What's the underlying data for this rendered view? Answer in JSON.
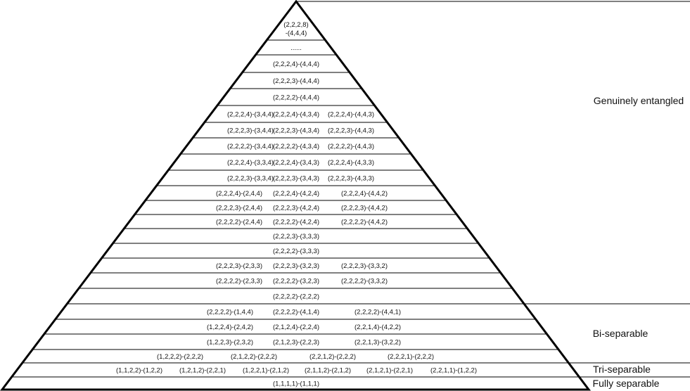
{
  "apex": [
    "(2,2,2,8)",
    "-(4,4,4)"
  ],
  "rows": [
    [
      "......"
    ],
    [
      "(2,2,2,4)-(4,4,4)"
    ],
    [
      "(2,2,2,3)-(4,4,4)"
    ],
    [
      "(2,2,2,2)-(4,4,4)"
    ],
    [
      "(2,2,2,4)-(3,4,4)",
      "(2,2,2,4)-(4,3,4)",
      "(2,2,2,4)-(4,4,3)"
    ],
    [
      "(2,2,2,3)-(3,4,4)",
      "(2,2,2,3)-(4,3,4)",
      "(2,2,2,3)-(4,4,3)"
    ],
    [
      "(2,2,2,2)-(3,4,4)",
      "(2,2,2,2)-(4,3,4)",
      "(2,2,2,2)-(4,4,3)"
    ],
    [
      "(2,2,2,4)-(3,3,4)",
      "(2,2,2,4)-(3,4,3)",
      "(2,2,2,4)-(4,3,3)"
    ],
    [
      "(2,2,2,3)-(3,3,4)",
      "(2,2,2,3)-(3,4,3)",
      "(2,2,2,3)-(4,3,3)"
    ],
    [
      "(2,2,2,4)-(2,4,4)",
      "(2,2,2,4)-(4,2,4)",
      "(2,2,2,4)-(4,4,2)"
    ],
    [
      "(2,2,2,3)-(2,4,4)",
      "(2,2,2,3)-(4,2,4)",
      "(2,2,2,3)-(4,4,2)"
    ],
    [
      "(2,2,2,2)-(2,4,4)",
      "(2,2,2,2)-(4,2,4)",
      "(2,2,2,2)-(4,4,2)"
    ],
    [
      "(2,2,2,3)-(3,3,3)"
    ],
    [
      "(2,2,2,2)-(3,3,3)"
    ],
    [
      "(2,2,2,3)-(2,3,3)",
      "(2,2,2,3)-(3,2,3)",
      "(2,2,2,3)-(3,3,2)"
    ],
    [
      "(2,2,2,2)-(2,3,3)",
      "(2,2,2,2)-(3,2,3)",
      "(2,2,2,2)-(3,3,2)"
    ],
    [
      "(2,2,2,2)-(2,2,2)"
    ],
    [
      "(2,2,2,2)-(1,4,4)",
      "(2,2,2,2)-(4,1,4)",
      "(2,2,2,2)-(4,4,1)"
    ],
    [
      "(1,2,2,4)-(2,4,2)",
      "(2,1,2,4)-(2,2,4)",
      "(2,2,1,4)-(4,2,2)"
    ],
    [
      "(1,2,2,3)-(2,3,2)",
      "(2,1,2,3)-(2,2,3)",
      "(2,2,1,3)-(3,2,2)"
    ],
    [
      "(1,2,2,2)-(2,2,2)",
      "(2,1,2,2)-(2,2,2)",
      "(2,2,1,2)-(2,2,2)",
      "(2,2,2,1)-(2,2,2)"
    ],
    [
      "(1,1,2,2)-(1,2,2)",
      "(1,2,1,2)-(2,2,1)",
      "(1,2,2,1)-(2,1,2)",
      "(2,1,1,2)-(2,1,2)",
      "(2,1,2,1)-(2,2,1)",
      "(2,2,1,1)-(1,2,2)"
    ],
    [
      "(1,1,1,1)-(1,1,1)"
    ]
  ],
  "categories": [
    "Genuinely entangled",
    "Bi-separable",
    "Tri-separable",
    "Fully separable"
  ]
}
